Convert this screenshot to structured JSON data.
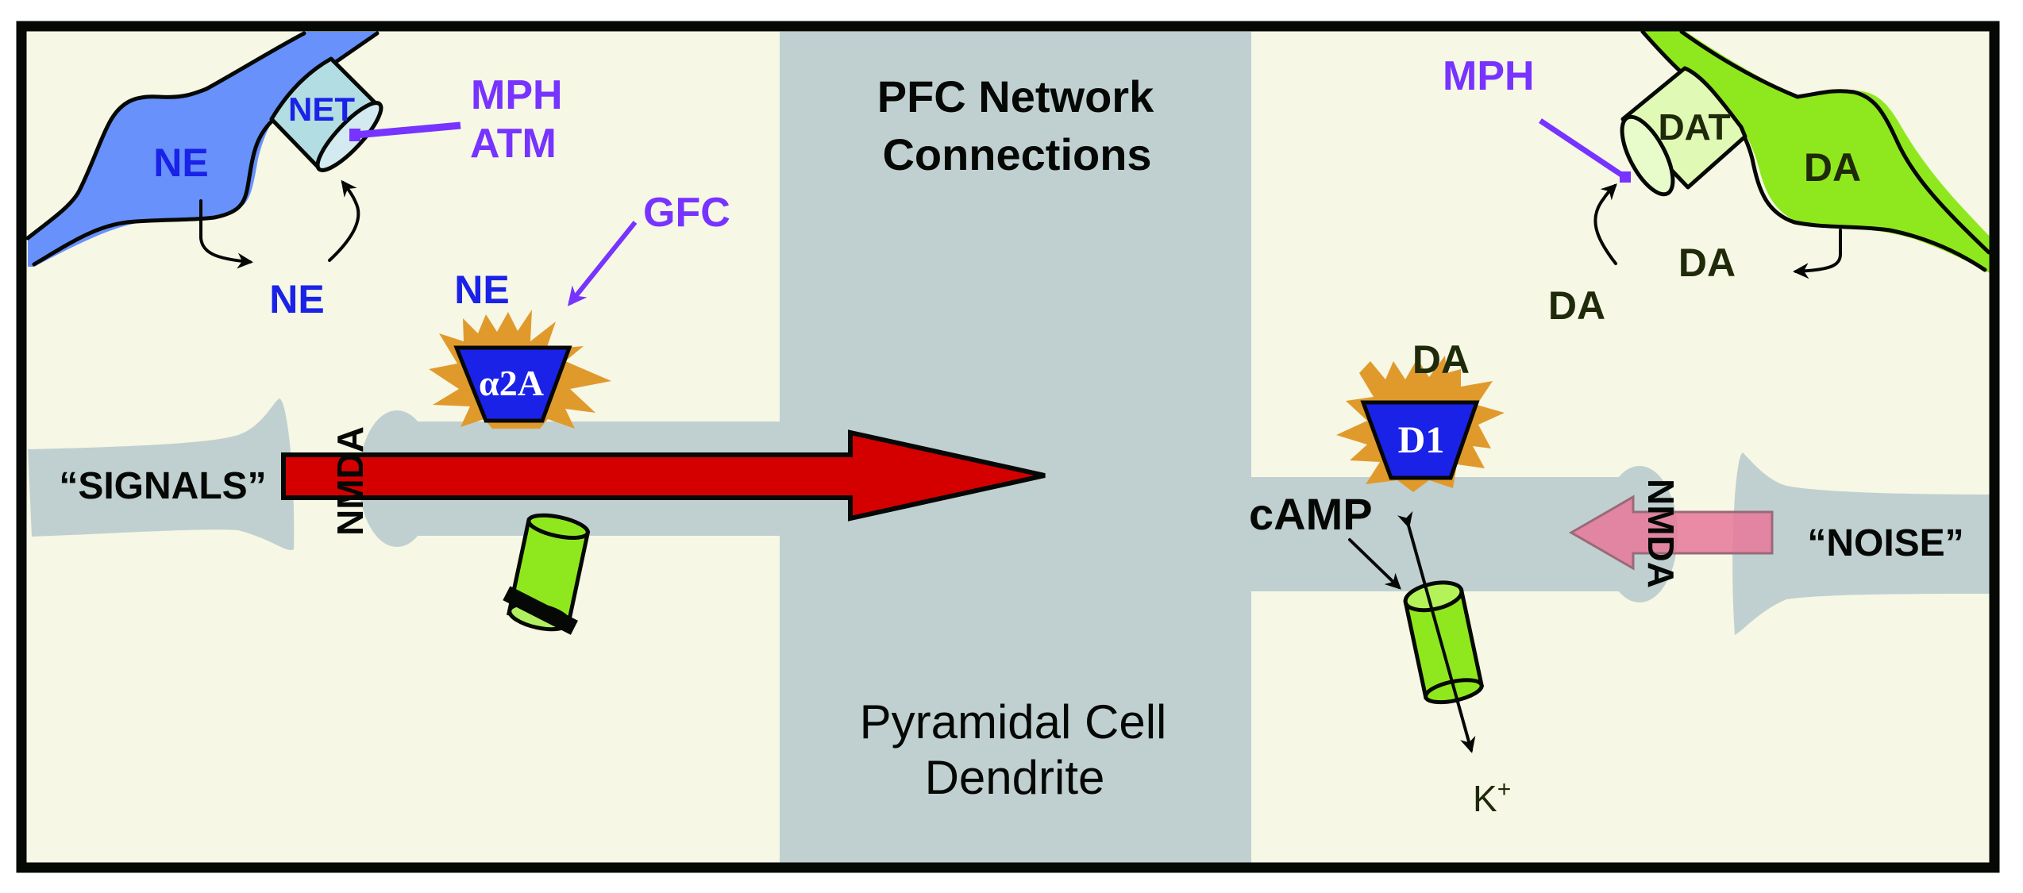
{
  "title": {
    "line1": "PFC Network",
    "line2": "Connections"
  },
  "subtitle": {
    "line1": "Pyramidal Cell",
    "line2": "Dendrite"
  },
  "left_panel": {
    "neuron_label": "NE",
    "transporter_label": "NET",
    "drug_labels": [
      "MPH",
      "ATM"
    ],
    "released_label": "NE",
    "receptor_ligand_label": "NE",
    "agonist_label": "GFC",
    "receptor_label": "α2A",
    "input_label": "“SIGNALS”",
    "channel_label": "NMDA"
  },
  "right_panel": {
    "drug_label": "MPH",
    "transporter_label": "DAT",
    "neuron_label": "DA",
    "released_label_1": "DA",
    "released_label_2": "DA",
    "receptor_ligand_label": "DA",
    "receptor_label": "D1",
    "second_messenger_label": "cAMP",
    "ion_label": "K",
    "ion_charge": "+",
    "input_label": "“NOISE”",
    "channel_label": "NMDA"
  },
  "colors": {
    "background": "#F6F7E4",
    "dendrite": "#C0D0D1",
    "ne_neuron": "#6891FC",
    "net_transporter": "#B2DDE3",
    "da_neuron": "#8FE81E",
    "dat_transporter": "#E0F9B4",
    "drug_purple": "#7733FF",
    "ne_blue": "#1A22E8",
    "da_dark": "#1F2A0A",
    "receptor_blue": "#1A22E8",
    "starburst": "#E09A2C",
    "signal_arrow": "#D40000",
    "noise_arrow": "#E8789A",
    "k_channel": "#8FE81E",
    "border": "#050805"
  }
}
